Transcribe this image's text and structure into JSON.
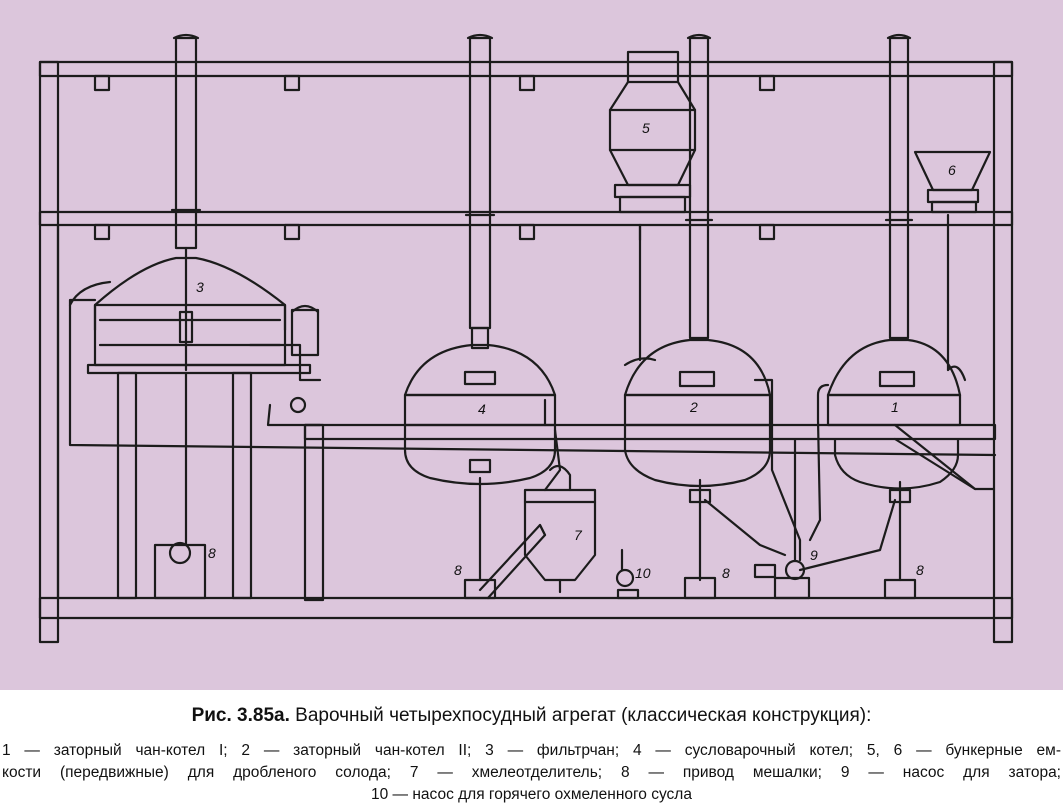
{
  "diagram": {
    "background": "#dcc6dc",
    "line_color": "#1c1c1c",
    "callouts": {
      "mash_kettle_1": "1",
      "mash_kettle_2": "2",
      "lauter_tun": "3",
      "wort_kettle": "4",
      "hopper_5": "5",
      "hopper_6": "6",
      "hop_separator": "7",
      "agitator_drive": "8",
      "mash_pump": "9",
      "wort_pump": "10"
    }
  },
  "caption": {
    "title_bold": "Рис. 3.85а.",
    "title_rest": " Варочный четырехпосудный агрегат (классическая конструкция):",
    "legend_line1": "1 — заторный чан-котел I; 2 — заторный чан-котел II; 3 — фильтрчан; 4 — сусловарочный котел; 5, 6 — бункерные ем-",
    "legend_line2": "кости (передвижные) для дробленого солода; 7 — хмелеотделитель; 8 — привод мешалки; 9 — насос для затора;",
    "legend_line3": "10 — насос для горячего охмеленного сусла"
  }
}
